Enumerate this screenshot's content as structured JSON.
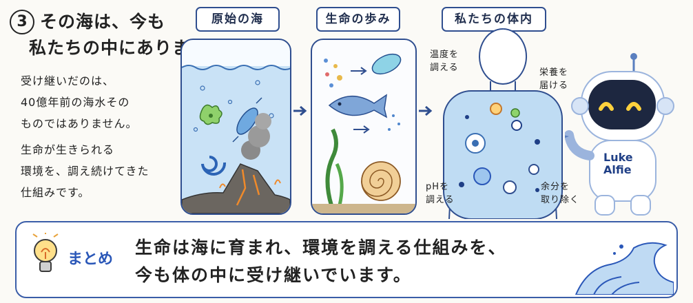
{
  "header": {
    "number": "3",
    "title_line1": "その海は、今も",
    "title_line2": "私たちの中にあります"
  },
  "body": {
    "paragraph1": [
      "受け継いだのは、",
      "40億年前の海水その",
      "ものではありません。"
    ],
    "paragraph2": [
      "生命が生きられる",
      "環境を、調え続けてきた",
      "仕組みです。"
    ]
  },
  "panels": {
    "ocean": {
      "label": "原始の海"
    },
    "life": {
      "label": "生命の歩み"
    },
    "body": {
      "label": "私たちの体内",
      "captions": {
        "temperature": [
          "温度を",
          "調える"
        ],
        "nutrients": [
          "栄養を",
          "届ける"
        ],
        "ph": [
          "pHを",
          "調える"
        ],
        "waste": [
          "余分を",
          "取り除く"
        ]
      }
    }
  },
  "robot": {
    "name_line1": "Luke",
    "name_line2": "Alfie"
  },
  "summary": {
    "label": "まとめ",
    "line1": "生命は海に育まれ、環境を調える仕組みを、",
    "line2": "今も体の中に受け継いでいます。"
  },
  "colors": {
    "accent": "#2f4e8f",
    "water": "#bfdcf3",
    "summary_label": "#2a57b8"
  },
  "icons": [
    "lightbulb-icon",
    "arrow-right-icon",
    "wave-icon"
  ]
}
